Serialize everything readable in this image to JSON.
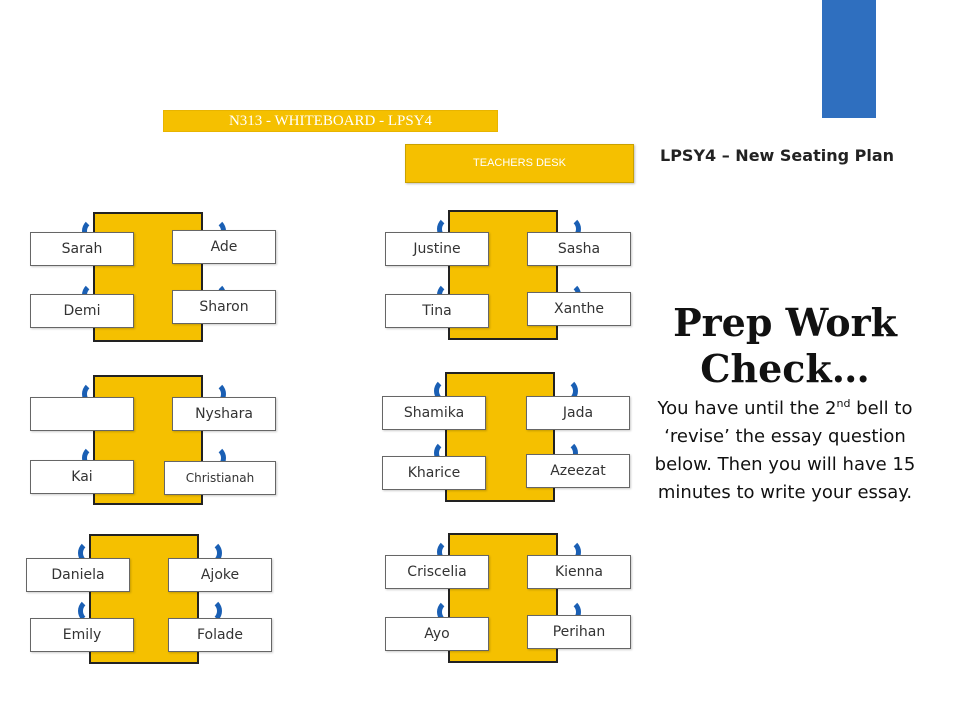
{
  "header": {
    "whiteboard_label": "N313 - WHITEBOARD - LPSY4",
    "teachers_desk_label": "TEACHERS DESK",
    "plan_title": "LPSY4 – New Seating Plan"
  },
  "colors": {
    "accent": "#2f6fbf",
    "table": "#f5c000",
    "chair": "#1a5fb4"
  },
  "pods": {
    "left_1": {
      "top_left": "Sarah",
      "top_right": "Ade",
      "bottom_left": "Demi",
      "bottom_right": "Sharon"
    },
    "left_2": {
      "top_left": "",
      "top_right": "Nyshara",
      "bottom_left": "Kai",
      "bottom_right": "Christianah"
    },
    "left_3": {
      "top_left": "Daniela",
      "top_right": "Ajoke",
      "bottom_left": "Emily",
      "bottom_right": "Folade"
    },
    "right_1": {
      "top_left": "Justine",
      "top_right": "Sasha",
      "bottom_left": "Tina",
      "bottom_right": "Xanthe"
    },
    "right_2": {
      "top_left": "Shamika",
      "top_right": "Jada",
      "bottom_left": "Kharice",
      "bottom_right": "Azeezat"
    },
    "right_3": {
      "top_left": "Criscelia",
      "top_right": "Kienna",
      "bottom_left": "Ayo",
      "bottom_right": "Perihan"
    }
  },
  "prep": {
    "title_line1": "Prep Work",
    "title_line2": "Check…",
    "body_pre": "You have until the 2",
    "body_sup": "nd",
    "body_post": " bell to ‘revise’ the essay question below. Then you will have 15 minutes to write your essay."
  }
}
